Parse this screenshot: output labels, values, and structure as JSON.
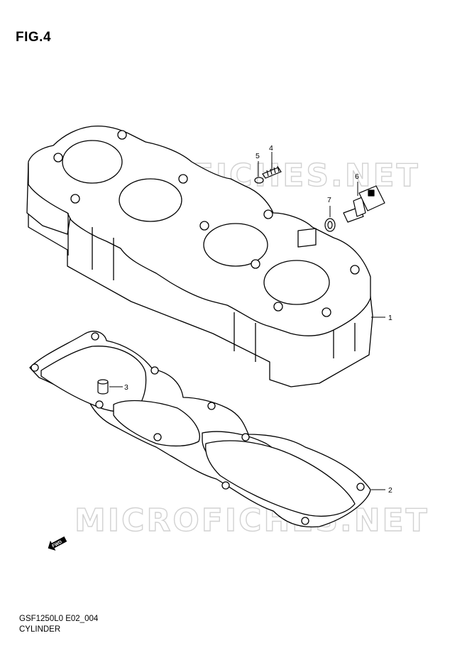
{
  "figure": {
    "title": "FIG.4"
  },
  "watermark": {
    "text": "MICROFICHES.NET"
  },
  "callouts": [
    {
      "num": "1",
      "part": "cylinder-block"
    },
    {
      "num": "2",
      "part": "cylinder-base-gasket"
    },
    {
      "num": "3",
      "part": "dowel-pin"
    },
    {
      "num": "4",
      "part": "stud-bolt"
    },
    {
      "num": "5",
      "part": "o-ring"
    },
    {
      "num": "6",
      "part": "temperature-sensor"
    },
    {
      "num": "7",
      "part": "sensor-washer"
    }
  ],
  "direction_badge": {
    "text": "FWD"
  },
  "footer": {
    "code": "GSF1250L0 E02_004",
    "caption": "CYLINDER"
  }
}
